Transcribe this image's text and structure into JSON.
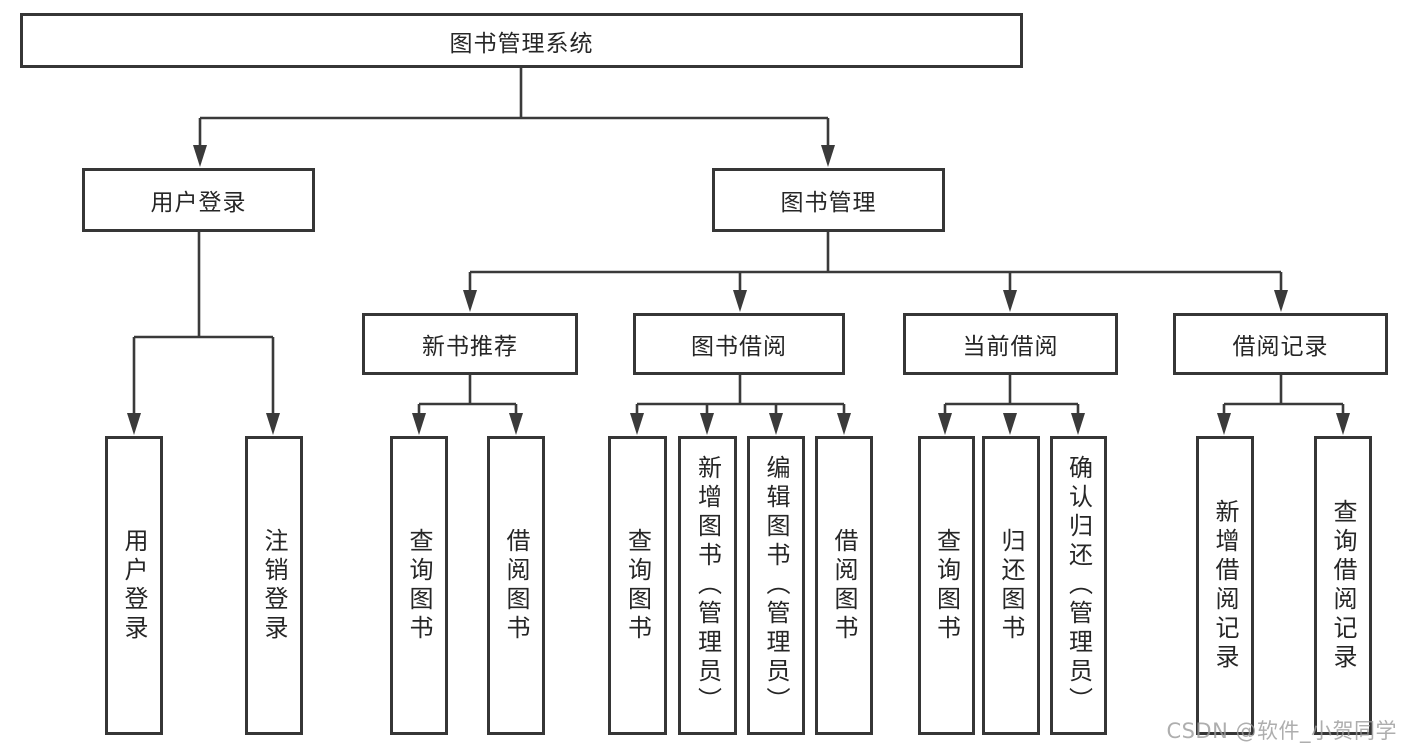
{
  "tree": {
    "root": {
      "label": "图书管理系统"
    },
    "branches": [
      {
        "label": "用户登录",
        "children": [
          {
            "label": "用户登录"
          },
          {
            "label": "注销登录"
          }
        ]
      },
      {
        "label": "图书管理",
        "children": [
          {
            "label": "新书推荐",
            "children": [
              {
                "label": "查询图书"
              },
              {
                "label": "借阅图书"
              }
            ]
          },
          {
            "label": "图书借阅",
            "children": [
              {
                "label": "查询图书"
              },
              {
                "label": "新增图书（管理员）"
              },
              {
                "label": "编辑图书（管理员）"
              },
              {
                "label": "借阅图书"
              }
            ]
          },
          {
            "label": "当前借阅",
            "children": [
              {
                "label": "查询图书"
              },
              {
                "label": "归还图书"
              },
              {
                "label": "确认归还（管理员）"
              }
            ]
          },
          {
            "label": "借阅记录",
            "children": [
              {
                "label": "新增借阅记录"
              },
              {
                "label": "查询借阅记录"
              }
            ]
          }
        ]
      }
    ]
  },
  "watermark": "CSDN @软件_小贺同学",
  "colors": {
    "line": "#3a3a3a",
    "border": "#363636",
    "text": "#262626",
    "background": "#ffffff",
    "watermark": "#9b9b9b"
  }
}
